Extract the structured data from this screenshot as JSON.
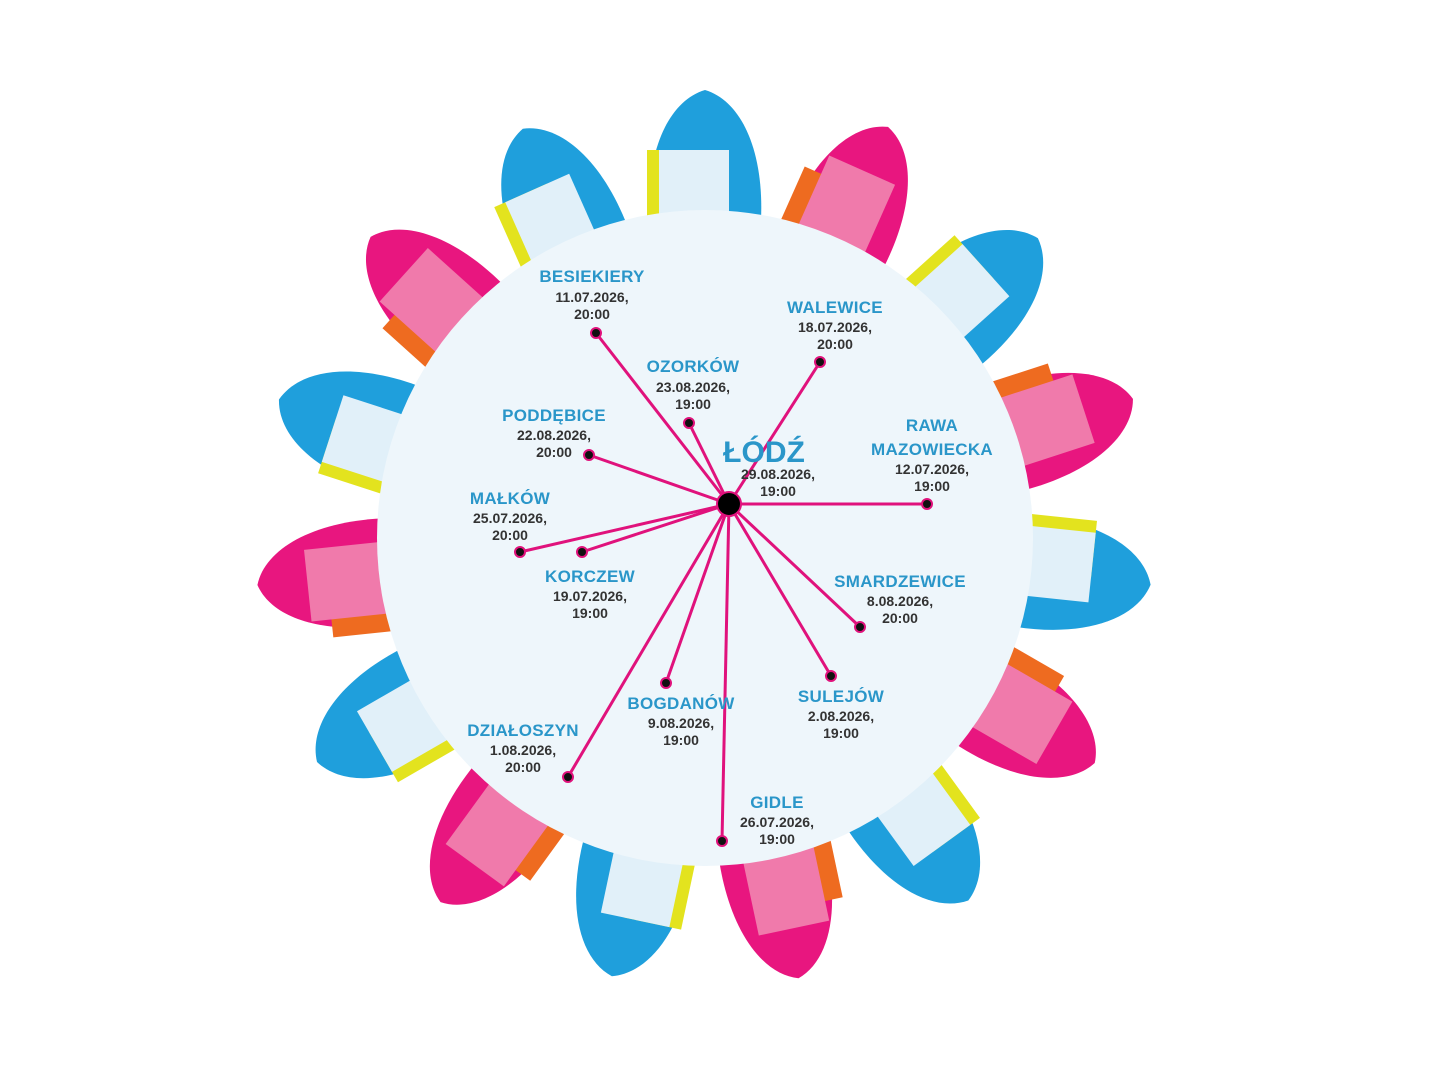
{
  "colors": {
    "background": "#ffffff",
    "disc": "#eef6fb",
    "spoke": "#e0127c",
    "city_text": "#2a96c9",
    "date_text": "#333333",
    "petal_blue": "#1f9fdc",
    "petal_pink": "#e8167f",
    "petal_light_pink": "#f07aab",
    "petal_orange": "#ee6b20",
    "petal_yellow": "#e3e31e",
    "petal_pale": "#e1f0f9"
  },
  "hub": {
    "city": "ŁÓDŹ",
    "date": "29.08.2026,",
    "time": "19:00"
  },
  "stops": [
    {
      "city": "BESIEKIERY",
      "date": "11.07.2026,",
      "time": "20:00"
    },
    {
      "city": "WALEWICE",
      "date": "18.07.2026,",
      "time": "20:00"
    },
    {
      "city": "OZORKÓW",
      "date": "23.08.2026,",
      "time": "19:00"
    },
    {
      "city": "PODDĘBICE",
      "date": "22.08.2026,",
      "time": "20:00"
    },
    {
      "city": "RAWA",
      "city_line2": "MAZOWIECKA",
      "date": "12.07.2026,",
      "time": "19:00"
    },
    {
      "city": "MAŁKÓW",
      "date": "25.07.2026,",
      "time": "20:00"
    },
    {
      "city": "KORCZEW",
      "date": "19.07.2026,",
      "time": "19:00"
    },
    {
      "city": "SMARDZEWICE",
      "date": "8.08.2026,",
      "time": "20:00"
    },
    {
      "city": "SULEJÓW",
      "date": "2.08.2026,",
      "time": "19:00"
    },
    {
      "city": "BOGDANÓW",
      "date": "9.08.2026,",
      "time": "19:00"
    },
    {
      "city": "DZIAŁOSZYN",
      "date": "1.08.2026,",
      "time": "20:00"
    },
    {
      "city": "GIDLE",
      "date": "26.07.2026,",
      "time": "19:00"
    }
  ]
}
